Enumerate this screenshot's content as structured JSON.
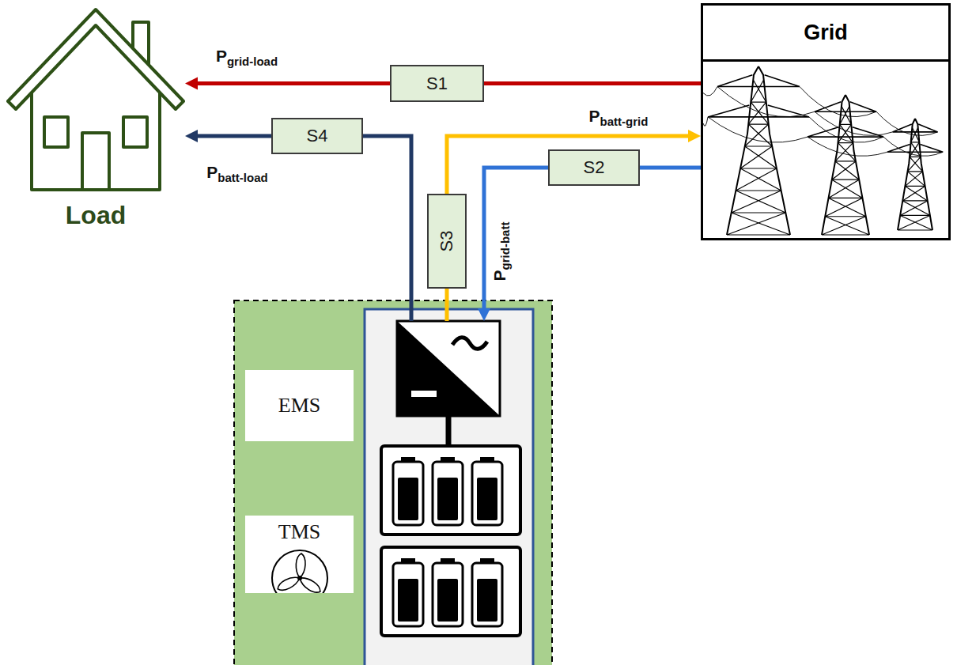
{
  "diagram": {
    "nodes": [
      {
        "text": [
          "Load"
        ]
      },
      {
        "text": [
          "S1"
        ]
      },
      {
        "text": [
          "Grid"
        ]
      },
      {
        "text": [
          "S4"
        ]
      },
      {
        "text": [
          "S2"
        ]
      },
      {
        "text": [
          "S3"
        ]
      },
      {
        "text": [
          "EMS"
        ]
      },
      {
        "text": [
          "TMS"
        ]
      }
    ],
    "edges": [
      {
        "from": 2,
        "to": 1,
        "arrow": "none"
      },
      {
        "from": 1,
        "to": 0,
        "label": "Pgrid-load",
        "arrow": "to"
      },
      {
        "from": 3,
        "to": 0,
        "label": "Pbatt-load",
        "arrow": "to"
      },
      {
        "from": 5,
        "to": 2,
        "label": "Pbatt-grid",
        "arrow": "to"
      },
      {
        "from": 2,
        "to": 4,
        "arrow": "none"
      }
    ],
    "labels": [
      "Pgrid-batt"
    ]
  }
}
